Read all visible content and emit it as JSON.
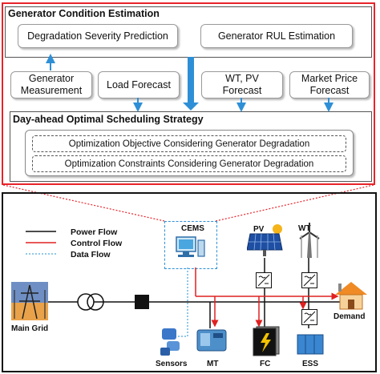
{
  "top": {
    "gce_title": "Generator Condition Estimation",
    "degradation_box": "Degradation Severity Prediction",
    "rul_box": "Generator RUL Estimation",
    "gen_measure_line1": "Generator",
    "gen_measure_line2": "Measurement",
    "load_forecast": "Load Forecast",
    "wtpv_line1": "WT, PV",
    "wtpv_line2": "Forecast",
    "market_line1": "Market Price",
    "market_line2": "Forecast",
    "das_title": "Day-ahead Optimal Scheduling Strategy",
    "obj_box": "Optimization Objective Considering Generator Degradation",
    "con_box": "Optimization Constraints Considering Generator Degradation"
  },
  "legend": {
    "power": "Power Flow",
    "control": "Control Flow",
    "data": "Data Flow"
  },
  "components": {
    "cems": "CEMS",
    "pv": "PV",
    "wt": "WT",
    "demand": "Demand",
    "main_grid": "Main Grid",
    "sensors": "Sensors",
    "mt": "MT",
    "fc": "FC",
    "ess": "ESS"
  },
  "colors": {
    "red_frame": "#e8232a",
    "blue_arrow": "#2f8fd6",
    "control_red": "#e02020",
    "data_blue": "#6cb6e0"
  }
}
